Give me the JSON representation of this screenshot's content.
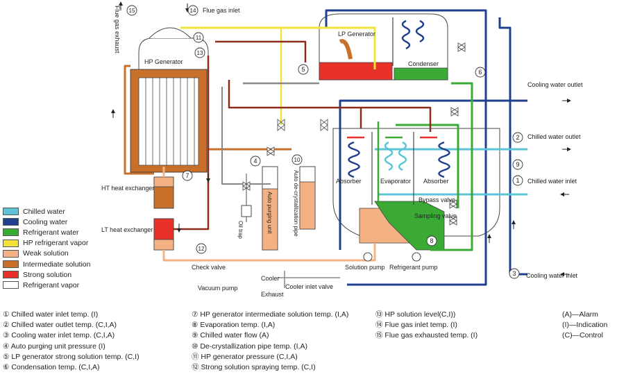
{
  "labels": {
    "flue_gas_exhaust": "Flue gas exhaust",
    "flue_gas_inlet": "Flue gas inlet",
    "hp_generator": "HP Generator",
    "lp_generator": "LP Generator",
    "condenser": "Condenser",
    "cooling_water_outlet": "Cooling water outlet",
    "chilled_water_outlet": "Chilled water outlet",
    "chilled_water_inlet": "Chilled water inlet",
    "cooling_water_inlet": "Cooling water inlet",
    "absorber_left": "Absorber",
    "evaporator": "Evaporator",
    "absorber_right": "Absorber",
    "bypass_valve": "Bypass valve",
    "sampling_valve": "Sampling valve",
    "ht_heat_exchanger": "HT heat exchanger",
    "lt_heat_exchanger": "LT heat exchanger",
    "check_valve": "Check valve",
    "auto_purging_unit": "Auto purging unit",
    "auto_decrystallization_pipe": "Auto de-crystallization pipe",
    "oil_trap": "Oil trap",
    "solution_pump": "Solution pump",
    "refrigerant_pump": "Refrigerant pump",
    "cooler": "Cooler",
    "cooler_inlet_valve": "Cooler inlet valve",
    "vacuum_pump": "Vacuum pump",
    "exhaust": "Exhaust"
  },
  "sensors": [
    "1",
    "2",
    "3",
    "4",
    "5",
    "6",
    "7",
    "8",
    "9",
    "10",
    "11",
    "12",
    "13",
    "14",
    "15"
  ],
  "legend": [
    {
      "label": "Chilled water",
      "color": "#5bc4d6"
    },
    {
      "label": "Cooling water",
      "color": "#1f3f8f"
    },
    {
      "label": "Refrigerant water",
      "color": "#3aaa35"
    },
    {
      "label": "HP refrigerant vapor",
      "color": "#f1e33a"
    },
    {
      "label": "Weak solution",
      "color": "#f4b183"
    },
    {
      "label": "Intermediate solution",
      "color": "#c8702a"
    },
    {
      "label": "Strong solution",
      "color": "#e8312b"
    },
    {
      "label": "Refrigerant vapor",
      "color": "#ffffff"
    }
  ],
  "notes": {
    "col1": [
      "① Chilled water inlet temp. (I)",
      "② Chilled water outlet temp. (C,I,A)",
      "③ Cooling water inlet temp. (C,I,A)",
      "④ Auto purging unit pressure (I)",
      "⑤ LP generator strong solution temp. (C,I)",
      "⑥ Condensation temp. (C,I,A)"
    ],
    "col2": [
      "⑦ HP generator intermediate solution temp. (I,A)",
      "⑧ Evaporation temp. (I,A)",
      "⑨ Chilled water flow (A)",
      "⑩ De-crystallization pipe temp. (I,A)",
      "⑪ HP generator pressure (C,I,A)",
      "⑫ Strong solution spraying temp. (C,I)"
    ],
    "col3": [
      "⑬ HP solution level(C,I))",
      "⑭ Flue gas inlet temp. (I)",
      "⑮ Flue gas exhausted temp. (I)"
    ],
    "col4": [
      "(A)—Alarm",
      "(I)—Indication",
      "(C)—Control"
    ]
  }
}
